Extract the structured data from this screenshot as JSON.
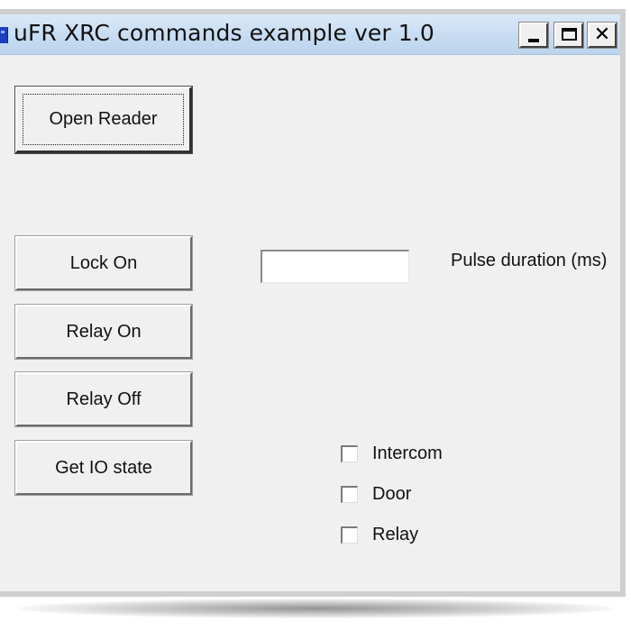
{
  "window": {
    "title": "uFR XRC commands example ver 1.0",
    "controls": {
      "minimize_icon": "minimize-icon",
      "maximize_icon": "maximize-icon",
      "close_icon": "close-icon",
      "close_glyph": "✕"
    }
  },
  "buttons": {
    "open_reader": "Open Reader",
    "lock_on": "Lock On",
    "relay_on": "Relay On",
    "relay_off": "Relay Off",
    "get_io_state": "Get IO state"
  },
  "pulse": {
    "value": "",
    "label": "Pulse duration (ms)"
  },
  "io_state": [
    {
      "label": "Intercom",
      "checked": false
    },
    {
      "label": "Door",
      "checked": false
    },
    {
      "label": "Relay",
      "checked": false
    }
  ],
  "colors": {
    "titlebar": "#c7dcf2",
    "window_bg": "#f0f0f0",
    "frame": "#cfcfcf",
    "icon": "#1c3fbf"
  }
}
